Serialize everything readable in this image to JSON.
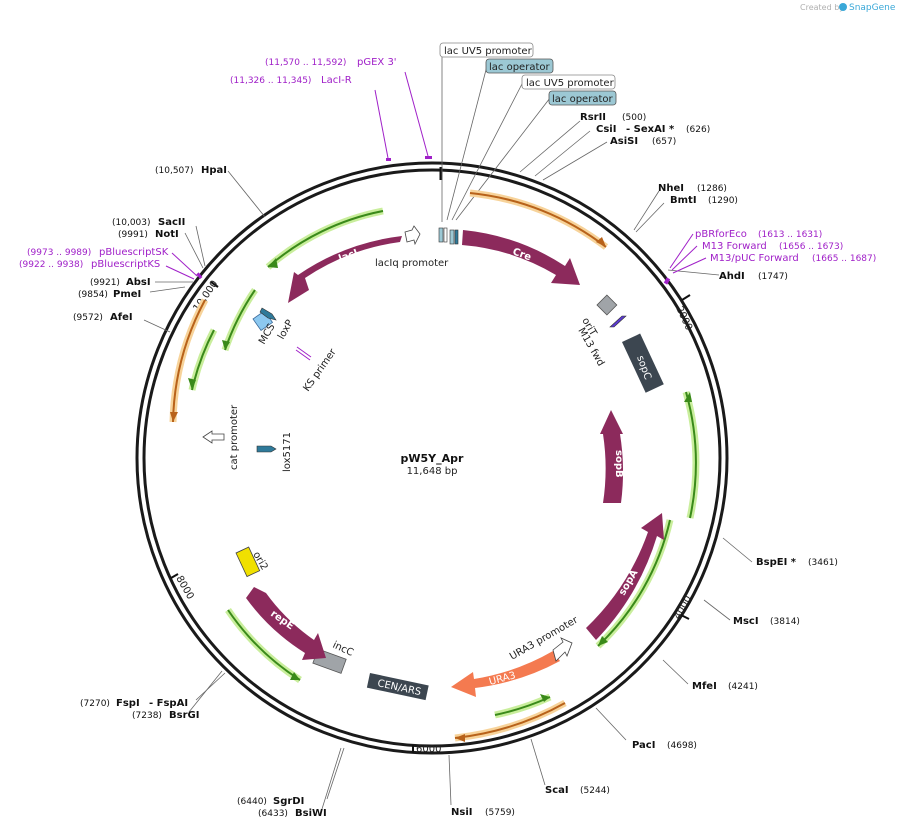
{
  "credit": {
    "prefix": "Created by",
    "brand": "SnapGene"
  },
  "plasmid": {
    "name": "pW5Y_Apr",
    "length_label": "11,648 bp",
    "length": 11648
  },
  "ticks": [
    "2000",
    "4000",
    "6000",
    "8000",
    "10,000"
  ],
  "colors": {
    "feature": "#8c2a5c",
    "promoter": "#ffffff",
    "primer_green": "#3a8a1a",
    "primer_orange": "#d08a2a",
    "primer_label": "#a020c8",
    "operator": "#9cc8d4",
    "ori": "#f0e000",
    "grey": "#a0a4a8",
    "dark": "#3c4650",
    "ura3": "#f47a50"
  },
  "features": {
    "laci": "lacI",
    "cre": "Cre",
    "sopc": "sopC",
    "sopb": "sopB",
    "sopa": "sopA",
    "ura3": "URA3",
    "cenars": "CEN/ARS",
    "repe": "repE",
    "incc": "incC",
    "ori2": "ori2",
    "orit": "oriT",
    "m13fwd": "M13 fwd",
    "mcs": "MCS",
    "loxp": "loxP",
    "ks": "KS primer",
    "cat": "cat promoter",
    "lox5171": "lox5171",
    "laciq": "lacIq promoter",
    "ura3p": "URA3 promoter"
  },
  "boxes": [
    "lac UV5 promoter",
    "lac operator",
    "lac UV5 promoter",
    "lac operator"
  ],
  "sites": [
    {
      "name": "RsrII",
      "pos": "(500)"
    },
    {
      "name": "CsiI",
      "pos": ""
    },
    {
      "name": "- SexAI *",
      "pos": "(626)"
    },
    {
      "name": "AsiSI",
      "pos": "(657)"
    },
    {
      "name": "NheI",
      "pos": "(1286)"
    },
    {
      "name": "BmtI",
      "pos": "(1290)"
    },
    {
      "name": "AhdI",
      "pos": "(1747)"
    },
    {
      "name": "BspEI *",
      "pos": "(3461)"
    },
    {
      "name": "MscI",
      "pos": "(3814)"
    },
    {
      "name": "MfeI",
      "pos": "(4241)"
    },
    {
      "name": "PacI",
      "pos": "(4698)"
    },
    {
      "name": "ScaI",
      "pos": "(5244)"
    },
    {
      "name": "NsiI",
      "pos": "(5759)"
    },
    {
      "name": "SgrDI",
      "pos": "(6440)"
    },
    {
      "name": "BsiWI",
      "pos": "(6433)"
    },
    {
      "name": "FspI",
      "pos": "(7270)"
    },
    {
      "name": "- FspAI",
      "pos": ""
    },
    {
      "name": "BsrGI",
      "pos": "(7238)"
    },
    {
      "name": "AfeI",
      "pos": "(9572)"
    },
    {
      "name": "PmeI",
      "pos": "(9854)"
    },
    {
      "name": "AbsI",
      "pos": "(9921)"
    },
    {
      "name": "NotI",
      "pos": "(9991)"
    },
    {
      "name": "SacII",
      "pos": "(10,003)"
    },
    {
      "name": "HpaI",
      "pos": "(10,507)"
    }
  ],
  "primers": [
    {
      "name": "pGEX 3'",
      "range": "(11,570 .. 11,592)"
    },
    {
      "name": "LacI-R",
      "range": "(11,326 .. 11,345)"
    },
    {
      "name": "pBRforEco",
      "range": "(1613 .. 1631)"
    },
    {
      "name": "M13 Forward",
      "range": "(1656 .. 1673)"
    },
    {
      "name": "M13/pUC Forward",
      "range": "(1665 .. 1687)"
    },
    {
      "name": "pBluescriptSK",
      "range": "(9973 .. 9989)"
    },
    {
      "name": "pBluescriptKS",
      "range": "(9922 .. 9938)"
    }
  ]
}
